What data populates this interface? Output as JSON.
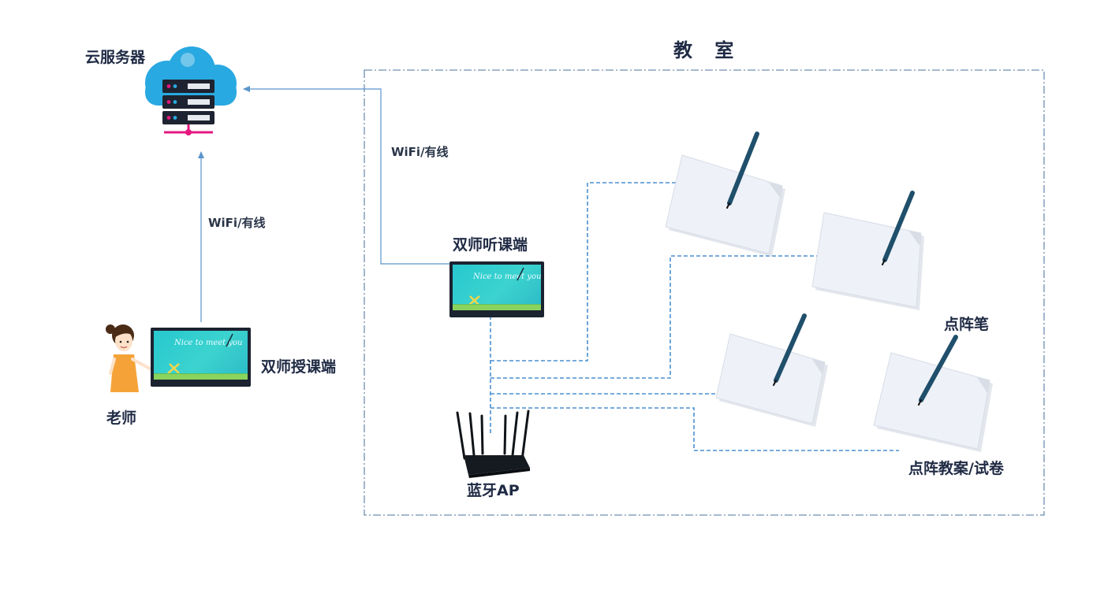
{
  "labels": {
    "cloud_server": "云服务器",
    "classroom": "教 室",
    "wifi_left": "WiFi/有线",
    "wifi_right": "WiFi/有线",
    "listen_terminal": "双师听课端",
    "teach_terminal": "双师授课端",
    "teacher": "老师",
    "bluetooth_ap": "蓝牙AP",
    "dot_pen": "点阵笔",
    "dot_paper": "点阵教案/试卷"
  },
  "screens": {
    "greeting": "Nice to meet you"
  },
  "colors": {
    "arrow": "#5b95cc",
    "dashed_link": "#4a8fd1",
    "classroom_border": "#6f8fb0",
    "cloud": "#29a9e1",
    "server_accent": "#e4187f"
  }
}
